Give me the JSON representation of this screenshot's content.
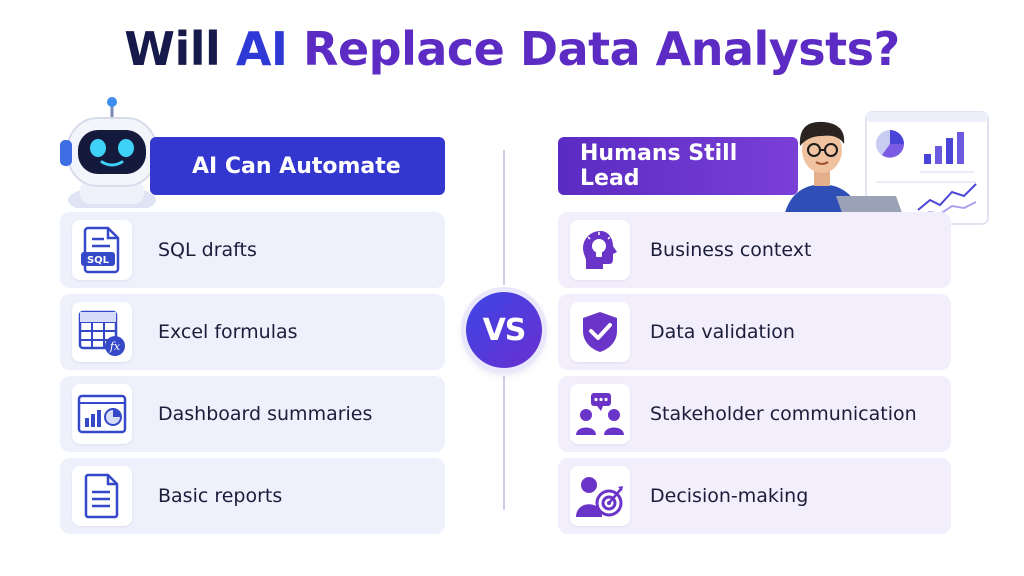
{
  "title": {
    "part1": "Will ",
    "part2": "AI",
    "part3": " Replace Data Analysts?"
  },
  "left_column": {
    "heading": "AI Can Automate",
    "items": [
      {
        "label": "SQL drafts",
        "icon": "sql-file-icon",
        "icon_text": "SQL"
      },
      {
        "label": "Excel formulas",
        "icon": "spreadsheet-formula-icon",
        "icon_text": "fx"
      },
      {
        "label": "Dashboard summaries",
        "icon": "dashboard-chart-icon"
      },
      {
        "label": "Basic reports",
        "icon": "report-document-icon"
      }
    ]
  },
  "vs_label": "VS",
  "right_column": {
    "heading": "Humans Still Lead",
    "items": [
      {
        "label": "Business context",
        "icon": "head-lightbulb-icon"
      },
      {
        "label": "Data validation",
        "icon": "shield-check-icon"
      },
      {
        "label": "Stakeholder communication",
        "icon": "people-chat-icon"
      },
      {
        "label": "Decision-making",
        "icon": "person-target-icon"
      }
    ]
  },
  "colors": {
    "navy": "#161a4a",
    "blue": "#3437cf",
    "purple": "#5b2bc4",
    "card_left_bg": "#eef0fb",
    "card_right_bg": "#f2eefb"
  }
}
